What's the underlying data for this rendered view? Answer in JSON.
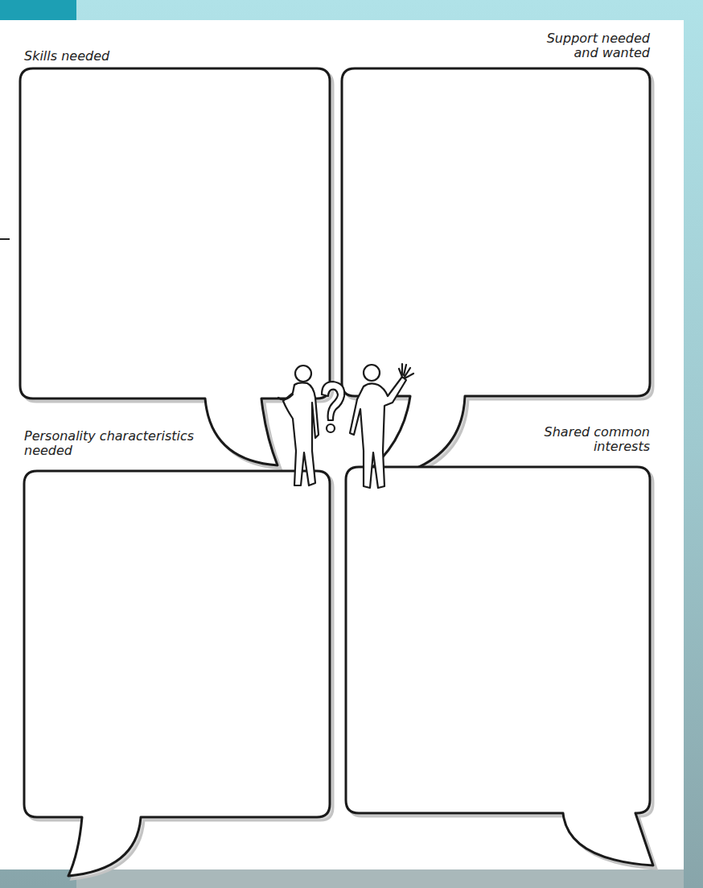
{
  "diagram": {
    "nodes": [
      {
        "text": [
          "Skills needed"
        ]
      },
      {
        "text": [
          "Support needed and wanted"
        ]
      },
      {
        "text": [
          "Personality characteristics needed"
        ]
      },
      {
        "text": [
          "Shared common interests"
        ]
      }
    ]
  }
}
